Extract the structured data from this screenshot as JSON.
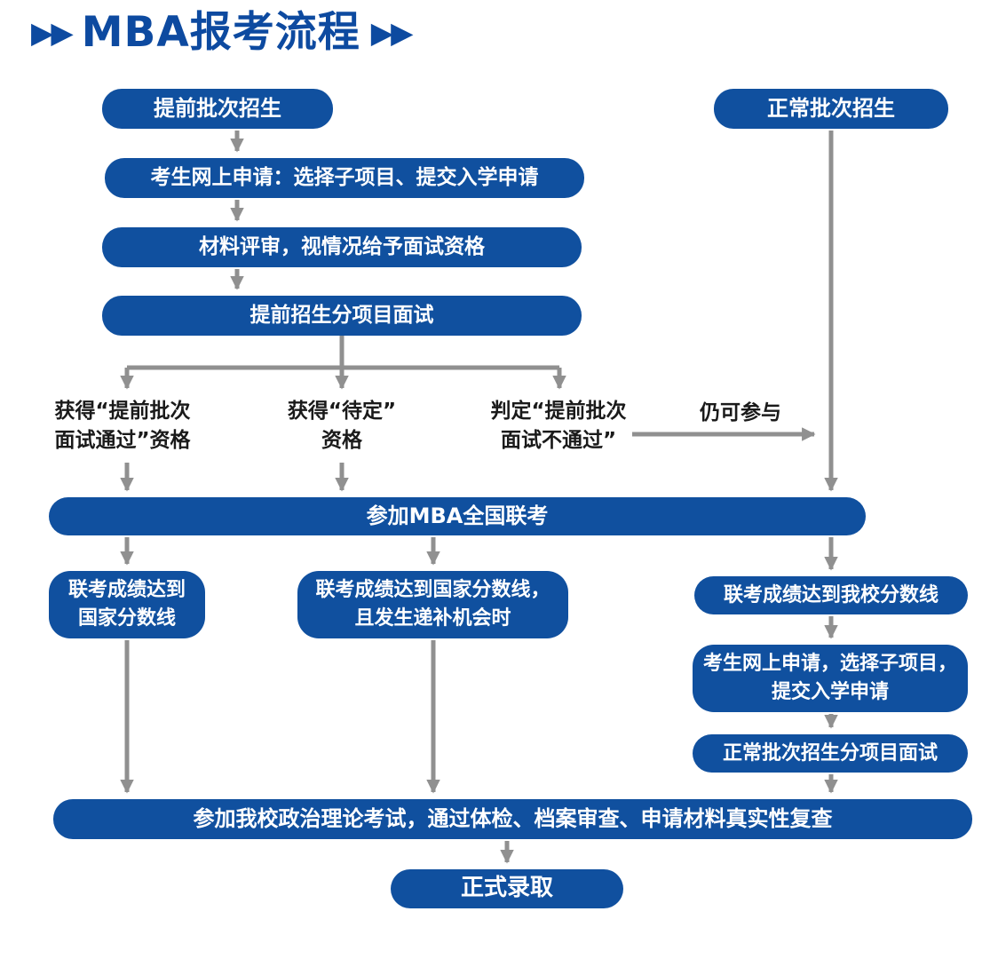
{
  "title": {
    "decor_left": "▶▶",
    "text": "MBA报考流程",
    "decor_right": "▶▶"
  },
  "colors": {
    "pill_blue": "#10509f",
    "title_blue": "#0d4aa0",
    "arrow_gray": "#909090",
    "label_dark": "#1a1a1a"
  },
  "nodes": {
    "early_batch": "提前批次招生",
    "normal_batch": "正常批次招生",
    "online_apply_early": "考生网上申请：选择子项目、提交入学申请",
    "material_review": "材料评审，视情况给予面试资格",
    "early_interview": "提前招生分项目面试",
    "national_exam": "参加MBA全国联考",
    "score_national": "联考成绩达到\n国家分数线",
    "score_supp": "联考成绩达到国家分数线，\n且发生递补机会时",
    "score_school": "联考成绩达到我校分数线",
    "apply_normal": "考生网上申请，选择子项目，\n提交入学申请",
    "normal_interview": "正常批次招生分项目面试",
    "politics_exam": "参加我校政治理论考试，通过体检、档案审查、申请材料真实性复查",
    "admission": "正式录取"
  },
  "labels": {
    "pass_early": "获得“提前批次\n面试通过”资格",
    "pending": "获得“待定”\n资格",
    "fail": "判定“提前批次\n面试不通过”",
    "still_participate": "仍可参与"
  },
  "edges": [
    {
      "from": "early_batch",
      "to": "online_apply_early"
    },
    {
      "from": "online_apply_early",
      "to": "material_review"
    },
    {
      "from": "material_review",
      "to": "early_interview"
    },
    {
      "from": "early_interview",
      "to": "pass_early"
    },
    {
      "from": "early_interview",
      "to": "pending"
    },
    {
      "from": "early_interview",
      "to": "fail"
    },
    {
      "from": "fail",
      "to": "normal_batch_path",
      "label": "仍可参与"
    },
    {
      "from": "normal_batch",
      "to": "national_exam"
    },
    {
      "from": "pass_early",
      "to": "national_exam"
    },
    {
      "from": "pending",
      "to": "national_exam"
    },
    {
      "from": "national_exam",
      "to": "score_national"
    },
    {
      "from": "national_exam",
      "to": "score_supp"
    },
    {
      "from": "national_exam",
      "to": "score_school"
    },
    {
      "from": "score_school",
      "to": "apply_normal"
    },
    {
      "from": "apply_normal",
      "to": "normal_interview"
    },
    {
      "from": "score_national",
      "to": "politics_exam"
    },
    {
      "from": "score_supp",
      "to": "politics_exam"
    },
    {
      "from": "normal_interview",
      "to": "politics_exam"
    },
    {
      "from": "politics_exam",
      "to": "admission"
    }
  ]
}
